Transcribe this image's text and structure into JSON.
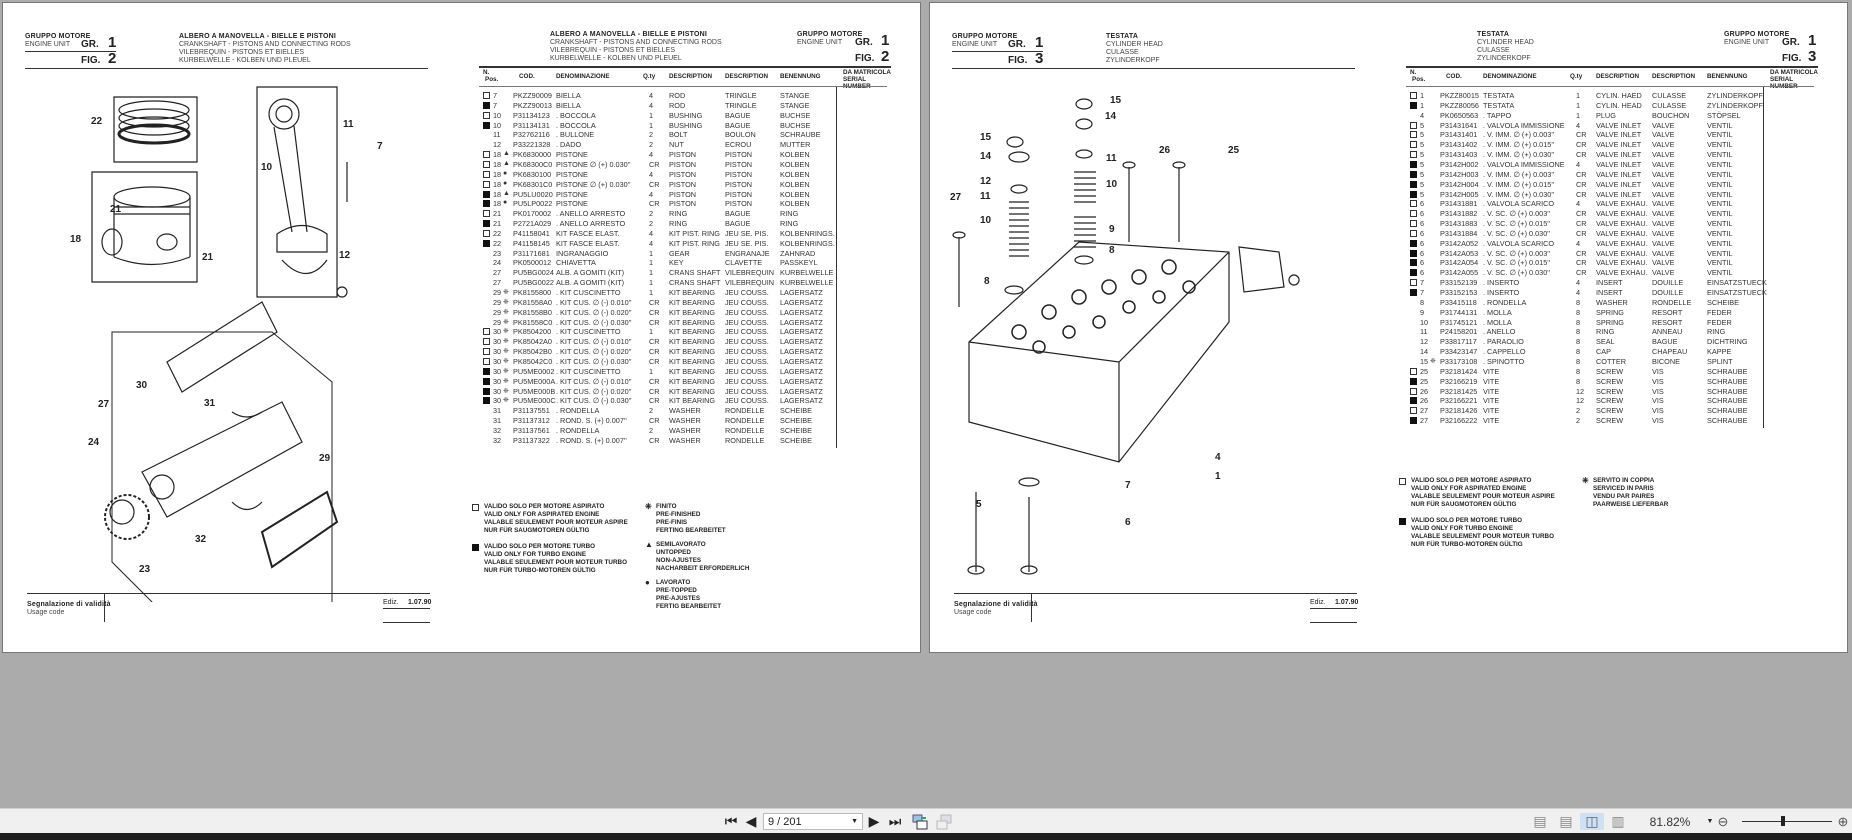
{
  "pages": [
    {
      "group_label": "GRUPPO MOTORE",
      "group_sub": "ENGINE UNIT",
      "gr_label": "GR.",
      "gr_value": "1",
      "fig_label": "FIG.",
      "fig_value": "2",
      "title": [
        "ALBERO A MANOVELLA - BIELLE E PISTONI",
        "CRANKSHAFT - PISTONS AND CONNECTING RODS",
        "VILEBREQUIN - PISTONS ET BIELLES",
        "KURBELWELLE - KOLBEN UND PLEUEL"
      ],
      "footer": {
        "validity": "Segnalazione di validità",
        "usage": "Usage code",
        "ediz_label": "Ediz.",
        "ediz_value": "1.07.90"
      },
      "callouts": [
        "22",
        "11",
        "7",
        "10",
        "21",
        "18",
        "21",
        "12",
        "30",
        "31",
        "27",
        "24",
        "29",
        "32",
        "23"
      ],
      "rows": [
        [
          "open",
          "7",
          "",
          "PKZZ90009",
          "BIELLA",
          "4",
          "ROD",
          "TRINGLE",
          "STANGE"
        ],
        [
          "filled",
          "7",
          "",
          "PKZZ90013",
          "BIELLA",
          "4",
          "ROD",
          "TRINGLE",
          "STANGE"
        ],
        [
          "open",
          "10",
          "",
          "P31134123",
          ". BOCCOLA",
          "1",
          "BUSHING",
          "BAGUE",
          "BUCHSE"
        ],
        [
          "filled",
          "10",
          "",
          "P31134131",
          ". BOCCOLA",
          "1",
          "BUSHING",
          "BAGUE",
          "BUCHSE"
        ],
        [
          "",
          "11",
          "",
          "P32762116",
          ". BULLONE",
          "2",
          "BOLT",
          "BOULON",
          "SCHRAUBE"
        ],
        [
          "",
          "12",
          "",
          "P33221328",
          ". DADO",
          "2",
          "NUT",
          "ECROU",
          "MUTTER"
        ],
        [
          "open",
          "18",
          "▲",
          "PK6830000",
          "PISTONE",
          "4",
          "PISTON",
          "PISTON",
          "KOLBEN"
        ],
        [
          "open",
          "18",
          "▲",
          "PK68300C0",
          "PISTONE ∅ (+) 0.030''",
          "CR",
          "PISTON",
          "PISTON",
          "KOLBEN"
        ],
        [
          "open",
          "18",
          "●",
          "PK6830100",
          "PISTONE",
          "4",
          "PISTON",
          "PISTON",
          "KOLBEN"
        ],
        [
          "open",
          "18",
          "●",
          "PK68301C0",
          "PISTONE ∅ (+) 0.030''",
          "CR",
          "PISTON",
          "PISTON",
          "KOLBEN"
        ],
        [
          "filled",
          "18",
          "▲",
          "PU5LU0020",
          "PISTONE",
          "4",
          "PISTON",
          "PISTON",
          "KOLBEN"
        ],
        [
          "filled",
          "18",
          "●",
          "PU5LP0022",
          "PISTONE",
          "CR",
          "PISTON",
          "PISTON",
          "KOLBEN"
        ],
        [
          "open",
          "21",
          "",
          "PK0170002",
          ". ANELLO ARRESTO",
          "2",
          "RING",
          "BAGUE",
          "RING"
        ],
        [
          "filled",
          "21",
          "",
          "P2721A029",
          ". ANELLO ARRESTO",
          "2",
          "RING",
          "BAGUE",
          "RING"
        ],
        [
          "open",
          "22",
          "",
          "P41158041",
          "KIT FASCE ELAST.",
          "4",
          "KIT PIST. RING",
          "JEU SE. PIS.",
          "KOLBENRINGS."
        ],
        [
          "filled",
          "22",
          "",
          "P41158145",
          "KIT FASCE ELAST.",
          "4",
          "KIT PIST. RING",
          "JEU SE. PIS.",
          "KOLBENRINGS."
        ],
        [
          "",
          "23",
          "",
          "P31171681",
          "INGRANAGGIO",
          "1",
          "GEAR",
          "ENGRANAJE",
          "ZAHNRAD"
        ],
        [
          "",
          "24",
          "",
          "PK0500012",
          "CHIAVETTA",
          "1",
          "KEY",
          "CLAVETTE",
          "PASSKEYL"
        ],
        [
          "",
          "27",
          "",
          "PU5BG0024",
          "ALB. A GOMITI (KIT)",
          "1",
          "CRANS SHAFT",
          "VILEBREQUIN",
          "KURBELWELLE"
        ],
        [
          "",
          "27",
          "",
          "PU5BG0022",
          "ALB. A GOMITI (KIT)",
          "1",
          "CRANS SHAFT",
          "VILEBREQUIN",
          "KURBELWELLE"
        ],
        [
          "",
          "29",
          "❈",
          "PK8155800",
          ". KIT CUSCINETTO",
          "1",
          "KIT BEARING",
          "JEU COUSS.",
          "LAGERSATZ"
        ],
        [
          "",
          "29",
          "❈",
          "PK81558A0",
          ". KIT CUS. ∅ (-) 0.010''",
          "CR",
          "KIT BEARING",
          "JEU COUSS.",
          "LAGERSATZ"
        ],
        [
          "",
          "29",
          "❈",
          "PK81558B0",
          ". KIT CUS. ∅ (-) 0.020''",
          "CR",
          "KIT BEARING",
          "JEU COUSS.",
          "LAGERSATZ"
        ],
        [
          "",
          "29",
          "❈",
          "PK81558C0",
          ". KIT CUS. ∅ (-) 0.030''",
          "CR",
          "KIT BEARING",
          "JEU COUSS.",
          "LAGERSATZ"
        ],
        [
          "open",
          "30",
          "❈",
          "PK8504200",
          ". KIT CUSCINETTO",
          "1",
          "KIT BEARING",
          "JEU COUSS.",
          "LAGERSATZ"
        ],
        [
          "open",
          "30",
          "❈",
          "PK85042A0",
          ". KIT CUS. ∅ (-) 0.010''",
          "CR",
          "KIT BEARING",
          "JEU COUSS.",
          "LAGERSATZ"
        ],
        [
          "open",
          "30",
          "❈",
          "PK85042B0",
          ". KIT CUS. ∅ (-) 0.020''",
          "CR",
          "KIT BEARING",
          "JEU COUSS.",
          "LAGERSATZ"
        ],
        [
          "open",
          "30",
          "❈",
          "PK85042C0",
          ". KIT CUS. ∅ (-) 0.030''",
          "CR",
          "KIT BEARING",
          "JEU COUSS.",
          "LAGERSATZ"
        ],
        [
          "filled",
          "30",
          "❈",
          "PU5ME0002",
          ". KIT CUSCINETTO",
          "1",
          "KIT BEARING",
          "JEU COUSS.",
          "LAGERSATZ"
        ],
        [
          "filled",
          "30",
          "❈",
          "PU5ME000A",
          ". KIT CUS. ∅ (-) 0.010''",
          "CR",
          "KIT BEARING",
          "JEU COUSS.",
          "LAGERSATZ"
        ],
        [
          "filled",
          "30",
          "❈",
          "PU5ME000B",
          ". KIT CUS. ∅ (-) 0.020''",
          "CR",
          "KIT BEARING",
          "JEU COUSS.",
          "LAGERSATZ"
        ],
        [
          "filled",
          "30",
          "❈",
          "PU5ME000C",
          ". KIT CUS. ∅ (-) 0.030''",
          "CR",
          "KIT BEARING",
          "JEU COUSS.",
          "LAGERSATZ"
        ],
        [
          "",
          "31",
          "",
          "P31137551",
          ". RONDELLA",
          "2",
          "WASHER",
          "RONDELLE",
          "SCHEIBE"
        ],
        [
          "",
          "31",
          "",
          "P31137312",
          ". ROND. S. (+) 0.007''",
          "CR",
          "WASHER",
          "RONDELLE",
          "SCHEIBE"
        ],
        [
          "",
          "32",
          "",
          "P31137561",
          ". RONDELLA",
          "2",
          "WASHER",
          "RONDELLE",
          "SCHEIBE"
        ],
        [
          "",
          "32",
          "",
          "P31137322",
          ". ROND. S. (+) 0.007''",
          "CR",
          "WASHER",
          "RONDELLE",
          "SCHEIBE"
        ]
      ],
      "legend_left": [
        {
          "mark": "open",
          "lines": [
            "VALIDO SOLO PER MOTORE ASPIRATO",
            "VALID ONLY FOR ASPIRATED ENGINE",
            "VALABLE SEULEMENT POUR MOTEUR ASPIRE",
            "NUR FÜR SAUGMOTOREN GÜLTIG"
          ]
        },
        {
          "mark": "filled",
          "lines": [
            "VALIDO SOLO PER MOTORE TURBO",
            "VALID ONLY FOR TURBO ENGINE",
            "VALABLE SEULEMENT POUR MOTEUR TURBO",
            "NUR FÜR TURBO-MOTOREN GÜLTIG"
          ]
        }
      ],
      "legend_right": [
        {
          "symbol": "❈",
          "lines": [
            "FINITO",
            "PRE-FINISHED",
            "PRE-FINIS",
            "FERTING BEARBEITET"
          ]
        },
        {
          "symbol": "▲",
          "lines": [
            "SEMILAVORATO",
            "UNTOPPED",
            "NON-AJUSTES",
            "NACHARBEIT ERFORDERLICH"
          ]
        },
        {
          "symbol": "●",
          "lines": [
            "LAVORATO",
            "PRE-TOPPED",
            "PRE-AJUSTES",
            "FERTIG BEARBEITET"
          ]
        }
      ]
    },
    {
      "group_label": "GRUPPO MOTORE",
      "group_sub": "ENGINE UNIT",
      "gr_label": "GR.",
      "gr_value": "1",
      "fig_label": "FIG.",
      "fig_value": "3",
      "title": [
        "TESTATA",
        "CYLINDER HEAD",
        "CULASSE",
        "ZYLINDERKOPF"
      ],
      "footer": {
        "validity": "Segnalazione di validità",
        "usage": "Usage code",
        "ediz_label": "Ediz.",
        "ediz_value": "1.07.90"
      },
      "callouts": [
        "15",
        "14",
        "15",
        "14",
        "11",
        "26",
        "25",
        "12",
        "10",
        "27",
        "11",
        "10",
        "9",
        "8",
        "8",
        "4",
        "1",
        "7",
        "5",
        "6"
      ],
      "rows": [
        [
          "open",
          "1",
          "",
          "PKZZ80015",
          "TESTATA",
          "1",
          "CYLIN. HAED",
          "CULASSE",
          "ZYLINDERKOPF"
        ],
        [
          "filled",
          "1",
          "",
          "PKZZ80056",
          "TESTATA",
          "1",
          "CYLIN. HEAD",
          "CULASSE",
          "ZYLINDERKOPF"
        ],
        [
          "",
          "4",
          "",
          "PK0650563",
          ". TAPPO",
          "1",
          "PLUG",
          "BOUCHON",
          "STÖPSEL"
        ],
        [
          "open",
          "5",
          "",
          "P31431641",
          ". VALVOLA IMMISSIONE",
          "4",
          "VALVE INLET",
          "VALVE",
          "VENTIL"
        ],
        [
          "open",
          "5",
          "",
          "P31431401",
          ". V. IMM. ∅ (+) 0.003''",
          "CR",
          "VALVE INLET",
          "VALVE",
          "VENTIL"
        ],
        [
          "open",
          "5",
          "",
          "P31431402",
          ". V. IMM. ∅ (+) 0.015''",
          "CR",
          "VALVE INLET",
          "VALVE",
          "VENTIL"
        ],
        [
          "open",
          "5",
          "",
          "P31431403",
          ". V. IMM. ∅ (+) 0.030''",
          "CR",
          "VALVE INLET",
          "VALVE",
          "VENTIL"
        ],
        [
          "filled",
          "5",
          "",
          "P3142H002",
          ". VALVOLA IMMISSIONE",
          "4",
          "VALVE INLET",
          "VALVE",
          "VENTIL"
        ],
        [
          "filled",
          "5",
          "",
          "P3142H003",
          ". V. IMM. ∅ (+) 0.003''",
          "CR",
          "VALVE INLET",
          "VALVE",
          "VENTIL"
        ],
        [
          "filled",
          "5",
          "",
          "P3142H004",
          ". V. IMM. ∅ (+) 0.015''",
          "CR",
          "VALVE INLET",
          "VALVE",
          "VENTIL"
        ],
        [
          "filled",
          "5",
          "",
          "P3142H005",
          ". V. IMM. ∅ (+) 0.030''",
          "CR",
          "VALVE INLET",
          "VALVE",
          "VENTIL"
        ],
        [
          "open",
          "6",
          "",
          "P31431881",
          ". VALVOLA SCARICO",
          "4",
          "VALVE EXHAU.",
          "VALVE",
          "VENTIL"
        ],
        [
          "open",
          "6",
          "",
          "P31431882",
          ". V. SC. ∅ (+) 0.003''",
          "CR",
          "VALVE EXHAU.",
          "VALVE",
          "VENTIL"
        ],
        [
          "open",
          "6",
          "",
          "P31431883",
          ". V. SC. ∅ (+) 0.015''",
          "CR",
          "VALVE EXHAU.",
          "VALVE",
          "VENTIL"
        ],
        [
          "open",
          "6",
          "",
          "P31431884",
          ". V. SC. ∅ (+) 0.030''",
          "CR",
          "VALVE EXHAU.",
          "VALVE",
          "VENTIL"
        ],
        [
          "filled",
          "6",
          "",
          "P3142A052",
          ". VALVOLA SCARICO",
          "4",
          "VALVE EXHAU.",
          "VALVE",
          "VENTIL"
        ],
        [
          "filled",
          "6",
          "",
          "P3142A053",
          ". V. SC. ∅ (+) 0.003''",
          "CR",
          "VALVE EXHAU.",
          "VALVE",
          "VENTIL"
        ],
        [
          "filled",
          "6",
          "",
          "P3142A054",
          ". V. SC. ∅ (+) 0.015''",
          "CR",
          "VALVE EXHAU.",
          "VALVE",
          "VENTIL"
        ],
        [
          "filled",
          "6",
          "",
          "P3142A055",
          ". V. SC. ∅ (+) 0.030''",
          "CR",
          "VALVE EXHAU.",
          "VALVE",
          "VENTIL"
        ],
        [
          "open",
          "7",
          "",
          "P33152139",
          ". INSERTO",
          "4",
          "INSERT",
          "DOUILLE",
          "EINSATZSTUECK"
        ],
        [
          "filled",
          "7",
          "",
          "P33152153",
          ". INSERTO",
          "4",
          "INSERT",
          "DOUILLE",
          "EINSATZSTUECK"
        ],
        [
          "",
          "8",
          "",
          "P33415118",
          ". RONDELLA",
          "8",
          "WASHER",
          "RONDELLE",
          "SCHEIBE"
        ],
        [
          "",
          "9",
          "",
          "P31744131",
          ". MOLLA",
          "8",
          "SPRING",
          "RESORT",
          "FEDER"
        ],
        [
          "",
          "10",
          "",
          "P31745121",
          ". MOLLA",
          "8",
          "SPRING",
          "RESORT",
          "FEDER"
        ],
        [
          "",
          "11",
          "",
          "P24158201",
          ". ANELLO",
          "8",
          "RING",
          "ANNEAU",
          "RING"
        ],
        [
          "",
          "12",
          "",
          "P33817117",
          ". PARAOLIO",
          "8",
          "SEAL",
          "BAGUE",
          "DICHTRING"
        ],
        [
          "",
          "14",
          "",
          "P33423147",
          ". CAPPELLO",
          "8",
          "CAP",
          "CHAPEAU",
          "KAPPE"
        ],
        [
          "",
          "15",
          "❈",
          "P33173108",
          ". SPINOTTO",
          "8",
          "COTTER",
          "BICONE",
          "SPLINT"
        ],
        [
          "open",
          "25",
          "",
          "P32181424",
          "VITE",
          "8",
          "SCREW",
          "VIS",
          "SCHRAUBE"
        ],
        [
          "filled",
          "25",
          "",
          "P32166219",
          "VITE",
          "8",
          "SCREW",
          "VIS",
          "SCHRAUBE"
        ],
        [
          "open",
          "26",
          "",
          "P32181425",
          "VITE",
          "12",
          "SCREW",
          "VIS",
          "SCHRAUBE"
        ],
        [
          "filled",
          "26",
          "",
          "P32166221",
          "VITE",
          "12",
          "SCREW",
          "VIS",
          "SCHRAUBE"
        ],
        [
          "open",
          "27",
          "",
          "P32181426",
          "VITE",
          "2",
          "SCREW",
          "VIS",
          "SCHRAUBE"
        ],
        [
          "filled",
          "27",
          "",
          "P32166222",
          "VITE",
          "2",
          "SCREW",
          "VIS",
          "SCHRAUBE"
        ]
      ],
      "legend_left": [
        {
          "mark": "open",
          "lines": [
            "VALIDO SOLO PER MOTORE ASPIRATO",
            "VALID ONLY FOR ASPIRATED ENGINE",
            "VALABLE SEULEMENT POUR MOTEUR ASPIRE",
            "NUR FÜR SAUGMOTOREN GÜLTIG"
          ]
        },
        {
          "mark": "filled",
          "lines": [
            "VALIDO SOLO PER MOTORE TURBO",
            "VALID ONLY FOR TURBO ENGINE",
            "VALABLE SEULEMENT POUR MOTEUR TURBO",
            "NUR FÜR TURBO-MOTOREN GÜLTIG"
          ]
        }
      ],
      "legend_right": [
        {
          "symbol": "❈",
          "lines": [
            "SERVITO IN COPPIA",
            "SERVICED IN PARIS",
            "VENDU PAR PAIRES",
            "PAARWEISE LIEFERBAR"
          ]
        }
      ]
    }
  ],
  "table_headers": {
    "pos": [
      "N.",
      "Pos."
    ],
    "code": "COD.",
    "denom": "DENOMINAZIONE",
    "qty": "Q.ty",
    "desc1": "DESCRIPTION",
    "desc2": "DESCRIPTION",
    "desc3": "BENENNUNG",
    "serial": [
      "DA MATRICOLA",
      "SERIAL NUMBER"
    ]
  },
  "toolbar": {
    "page_field": "9 / 201",
    "zoom_value": "81.82%",
    "zoom_slider_fraction": 0.45
  }
}
